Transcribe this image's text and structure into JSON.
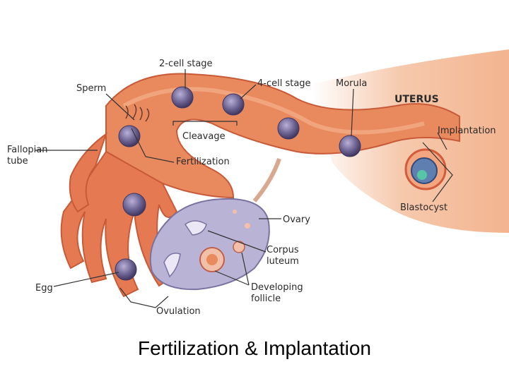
{
  "caption": "Fertilization & Implantation",
  "labels": {
    "two_cell": "2-cell stage",
    "four_cell": "4-cell stage",
    "morula": "Morula",
    "sperm": "Sperm",
    "uterus": "UTERUS",
    "cleavage": "Cleavage",
    "implantation": "Implantation",
    "fallopian_1": "Fallopian",
    "fallopian_2": "tube",
    "fertilization": "Fertilization",
    "blastocyst": "Blastocyst",
    "ovary": "Ovary",
    "corpus_1": "Corpus",
    "corpus_2": "luteum",
    "egg": "Egg",
    "developing_1": "Developing",
    "developing_2": "follicle",
    "ovulation": "Ovulation"
  },
  "colors": {
    "tube": "#e9895e",
    "tube_dark": "#c85a38",
    "uterus_bg": "#f6c9ad",
    "ovary": "#b9b3d6",
    "cell": "#6d6392",
    "leader": "#333333"
  }
}
